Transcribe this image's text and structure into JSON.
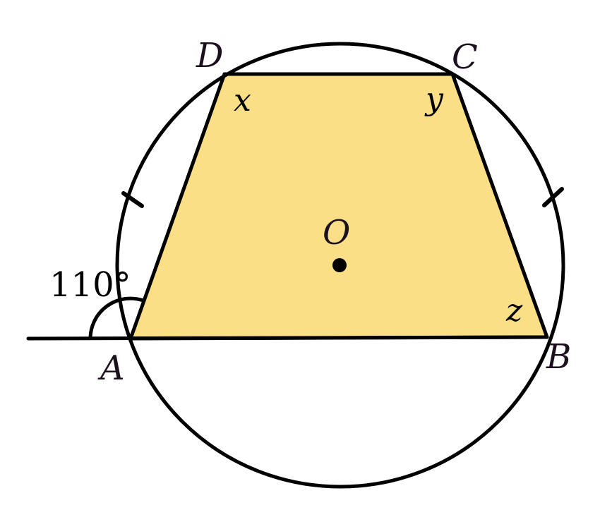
{
  "figure": {
    "vertices": {
      "A": "A",
      "B": "B",
      "C": "C",
      "D": "D"
    },
    "center": "O",
    "angles": {
      "x": "x",
      "y": "y",
      "z": "z"
    },
    "exterior_angle": "110°",
    "colors": {
      "trapezoid_fill": "#fbdf86",
      "stroke": "#000000",
      "point_label": "#1c0f1e"
    }
  }
}
